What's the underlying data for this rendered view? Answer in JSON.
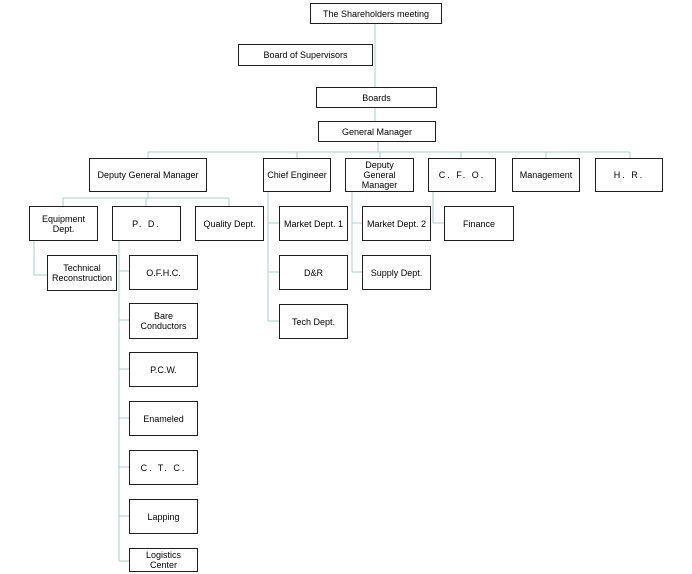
{
  "nodes": {
    "shareholders": "The Shareholders meeting",
    "supervisors": "Board of Supervisors",
    "boards": "Boards",
    "general_manager": "General Manager",
    "deputy_gm_1": "Deputy General Manager",
    "chief_engineer": "Chief Engineer",
    "deputy_gm_2": "Deputy General\nManager",
    "cfo": "C. F. O.",
    "management": "Management",
    "hr": "H. R.",
    "equipment": "Equipment Dept.",
    "pd": "P. D.",
    "quality": "Quality Dept.",
    "market1": "Market Dept. 1",
    "dr": "D&R",
    "tech_dept": "Tech Dept.",
    "market2": "Market Dept. 2",
    "supply": "Supply Dept.",
    "finance": "Finance",
    "tech_recon": "Technical\nReconstruction",
    "ofhc": "O.F.H.C.",
    "bare": "Bare\nConductors",
    "pcw": "P.C.W.",
    "enameled": "Enameled",
    "ctc": "C. T. C.",
    "lapping": "Lapping",
    "logistics": "Logistics Center"
  },
  "colors": {
    "connector": "#a8cfcb",
    "border": "#1e1e1e",
    "text": "#000000"
  }
}
